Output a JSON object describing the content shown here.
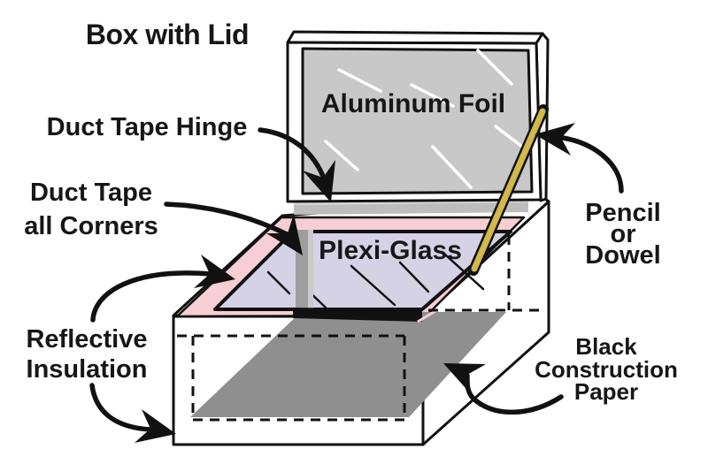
{
  "title": "Box with Lid",
  "labels": {
    "box_with_lid": "Box with Lid",
    "duct_tape_hinge": "Duct Tape Hinge",
    "duct_tape_corners": [
      "Duct Tape",
      "all Corners"
    ],
    "aluminum_foil": "Aluminum Foil",
    "plexi_glass": "Plexi-Glass",
    "pencil_or_dowel": [
      "Pencil",
      "or",
      "Dowel"
    ],
    "reflective_insulation": [
      "Reflective",
      "Insulation"
    ],
    "black_construction_paper": [
      "Black",
      "Construction",
      "Paper"
    ]
  },
  "colors": {
    "outline": "#111111",
    "foil_gray": "#c9c8c8",
    "hinge_tape_gray": "#bdbdbd",
    "hinge_tape_light": "#d8d8d8",
    "insulation_pink": "#f7ced3",
    "plexi_lavender": "#d5d2e6",
    "paper_gray": "#8f8f8f",
    "pencil_yellow": "#d3b84b",
    "corner_tape_dark": "#9e9e9e",
    "corner_tape_light": "#c9c9c9",
    "streak_white": "#ffffff",
    "text": "#161616",
    "background": "#ffffff"
  }
}
